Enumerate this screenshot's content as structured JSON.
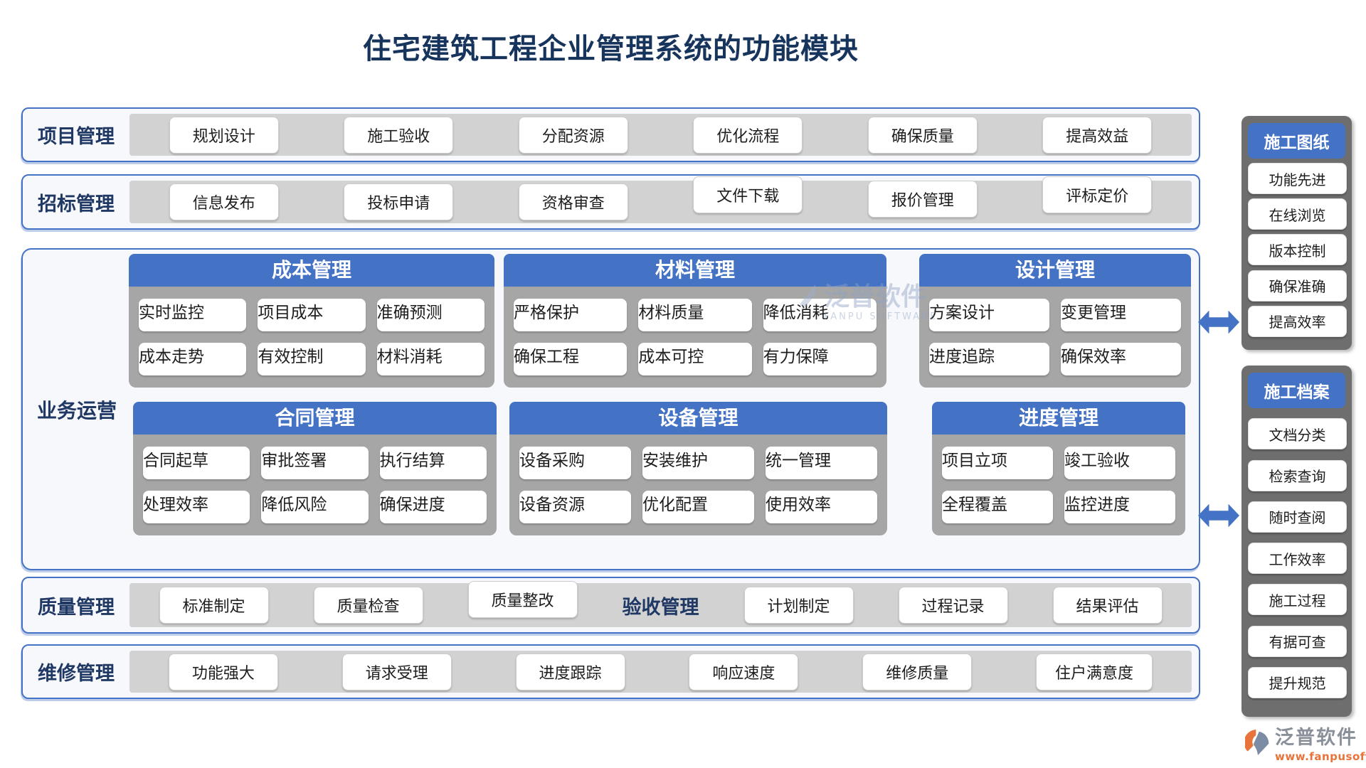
{
  "title": "住宅建筑工程企业管理系统的功能模块",
  "rows": [
    {
      "label": "项目管理",
      "items": [
        "规划设计",
        "施工验收",
        "分配资源",
        "优化流程",
        "确保质量",
        "提高效益"
      ]
    },
    {
      "label": "招标管理",
      "items": [
        "信息发布",
        "投标申请",
        "资格审查",
        "文件下载",
        "报价管理",
        "评标定价"
      ]
    }
  ],
  "business": {
    "label": "业务运营",
    "modules": [
      {
        "title": "成本管理",
        "items": [
          "实时监控",
          "项目成本",
          "准确预测",
          "成本走势",
          "有效控制",
          "材料消耗"
        ]
      },
      {
        "title": "材料管理",
        "items": [
          "严格保护",
          "材料质量",
          "降低消耗",
          "确保工程",
          "成本可控",
          "有力保障"
        ]
      },
      {
        "title": "设计管理",
        "items": [
          "方案设计",
          "变更管理",
          "进度追踪",
          "确保效率"
        ]
      },
      {
        "title": "合同管理",
        "items": [
          "合同起草",
          "审批签署",
          "执行结算",
          "处理效率",
          "降低风险",
          "确保进度"
        ]
      },
      {
        "title": "设备管理",
        "items": [
          "设备采购",
          "安装维护",
          "统一管理",
          "设备资源",
          "优化配置",
          "使用效率"
        ]
      },
      {
        "title": "进度管理",
        "items": [
          "项目立项",
          "竣工验收",
          "全程覆盖",
          "监控进度"
        ]
      }
    ]
  },
  "quality_row": {
    "label": "质量管理",
    "items_left": [
      "标准制定",
      "质量检查",
      "质量整改"
    ],
    "inline_label": "验收管理",
    "items_right": [
      "计划制定",
      "过程记录",
      "结果评估"
    ]
  },
  "maintenance_row": {
    "label": "维修管理",
    "items": [
      "功能强大",
      "请求受理",
      "进度跟踪",
      "响应速度",
      "维修质量",
      "住户满意度"
    ]
  },
  "sidebar": [
    {
      "title": "施工图纸",
      "items": [
        "功能先进",
        "在线浏览",
        "版本控制",
        "确保准确",
        "提高效率"
      ]
    },
    {
      "title": "施工档案",
      "items": [
        "文档分类",
        "检索查询",
        "随时查阅",
        "工作效率",
        "施工过程",
        "有据可查",
        "提升规范"
      ]
    }
  ],
  "watermark": {
    "name": "泛普软件",
    "sub": "FANPU SOFTWARE"
  },
  "footer": {
    "name": "泛普软件",
    "url": "www.fanpusoft.com"
  },
  "colors": {
    "accent": "#4472C4",
    "navy": "#1F3864",
    "band_gray": "#D2D2D2",
    "module_gray": "#A6A6A6",
    "sidebar_gray": "#6E6E6E",
    "orange": "#E8743B"
  }
}
